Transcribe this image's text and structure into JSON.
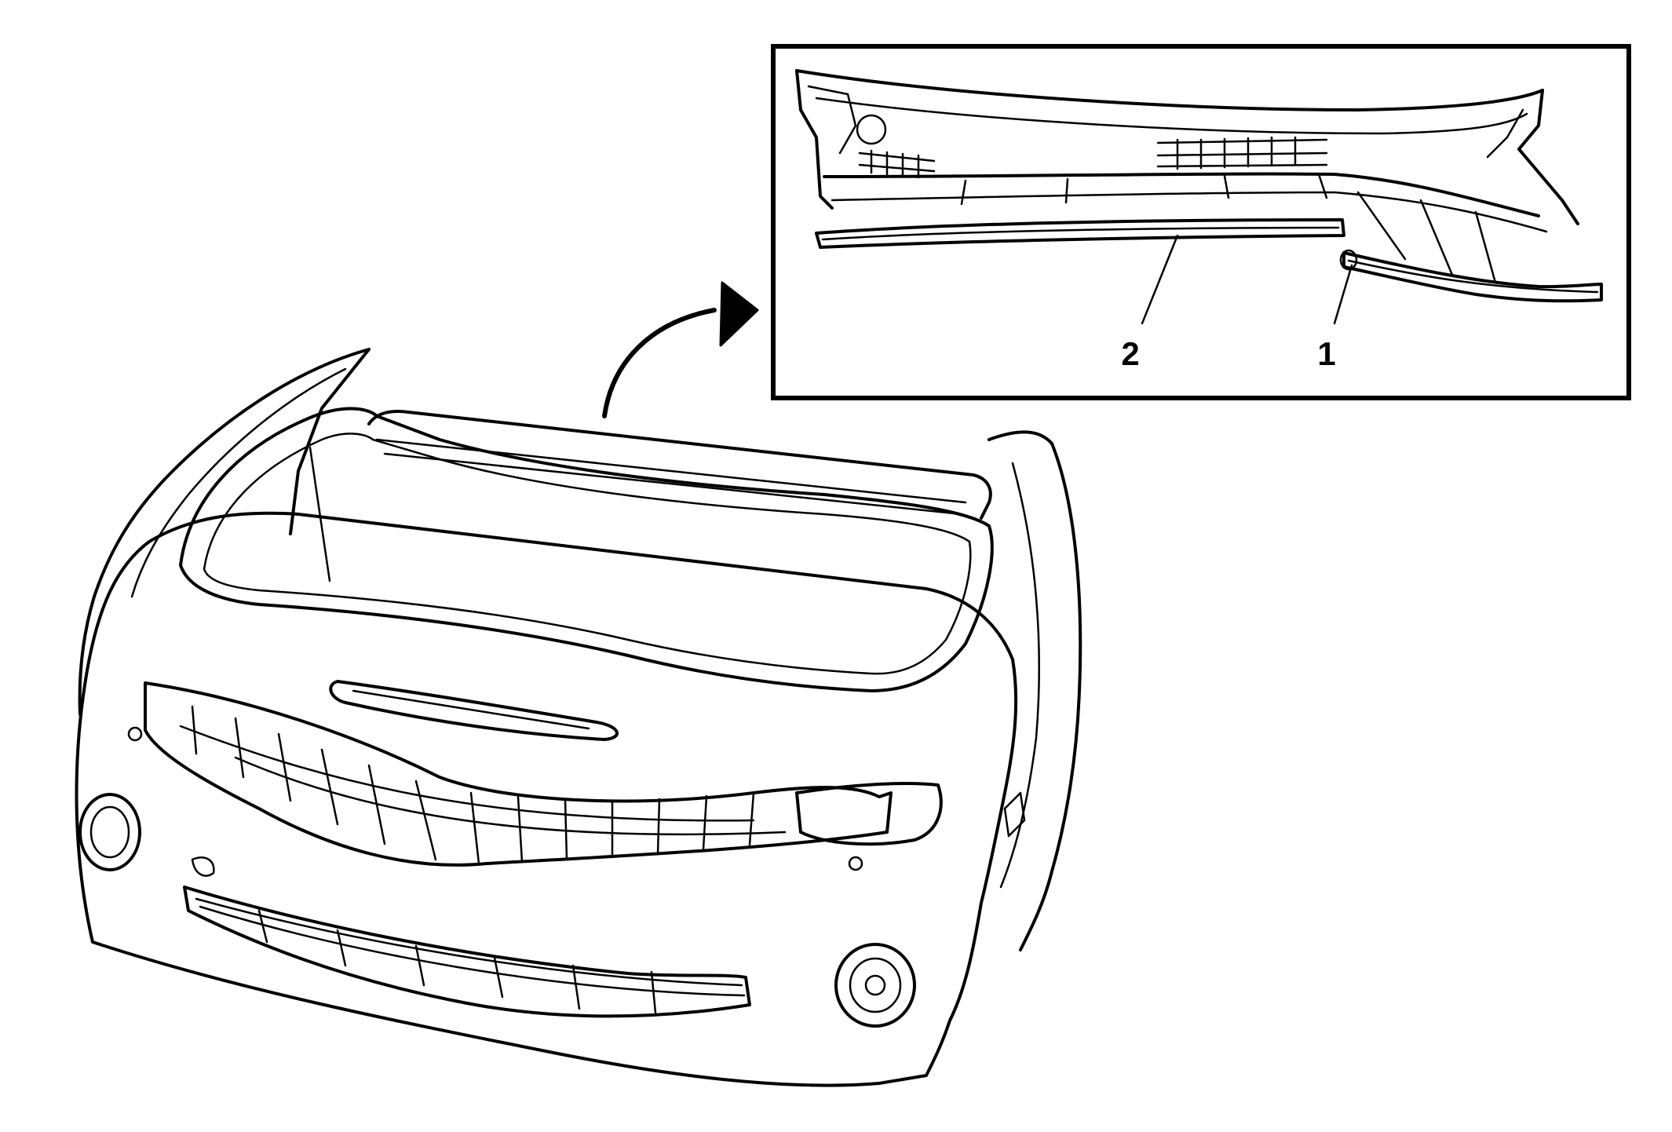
{
  "callouts": [
    {
      "number": "1",
      "part": "cowl-seal-right"
    },
    {
      "number": "2",
      "part": "cowl-seal-left"
    }
  ],
  "colors": {
    "ink": "#000000",
    "background": "#ffffff"
  }
}
